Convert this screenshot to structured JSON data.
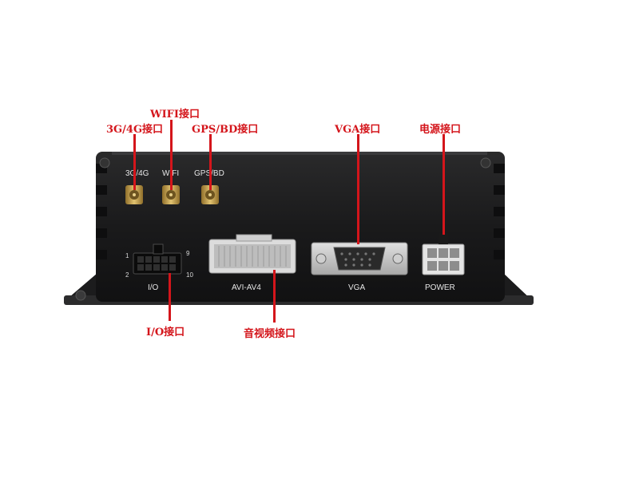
{
  "callouts": {
    "wifi": "WIFI接口",
    "cellular": "3G/4G接口",
    "gps": "GPS/BD接口",
    "vga": "VGA接口",
    "power": "电源接口",
    "io": "I/O接口",
    "av": "音视频接口"
  },
  "panel_labels": {
    "antenna_3g": "3G/4G",
    "antenna_wifi": "WIFI",
    "antenna_gps": "GPS/BD",
    "io": "I/O",
    "io_pin_1": "1",
    "io_pin_2": "2",
    "io_pin_9": "9",
    "io_pin_10": "10",
    "av": "AVI-AV4",
    "vga": "VGA",
    "power": "POWER"
  },
  "colors": {
    "callout_red": "#d4151b",
    "device_body": "#1b1b1c",
    "gold_connector": "#c9a24a"
  }
}
